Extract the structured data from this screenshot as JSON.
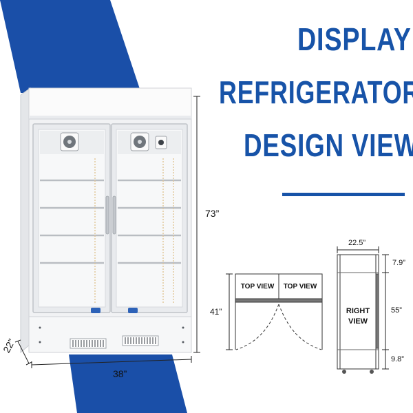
{
  "headline": {
    "line1": "DISPLAY",
    "line2": "REFRIGERATOR",
    "line3": "DESIGN VIEW"
  },
  "dimensions": {
    "height": "73”",
    "width": "38”",
    "depth": "22”",
    "door_depth": "41”",
    "side_width": "22.5”",
    "side_top": "7.9”",
    "side_middle": "55”",
    "side_bottom": "9.8”"
  },
  "views": {
    "top_left": "TOP VIEW",
    "top_right": "TOP VIEW",
    "right_line1": "RIGHT",
    "right_line2": "VIEW"
  },
  "colors": {
    "accent_blue": "#1753a8",
    "stripe_blue": "#1a4fa8",
    "line_dark": "#222222"
  },
  "icons": [
    "fan-icon",
    "thermostat-icon",
    "vent-grille-icon",
    "door-badge-icon"
  ]
}
